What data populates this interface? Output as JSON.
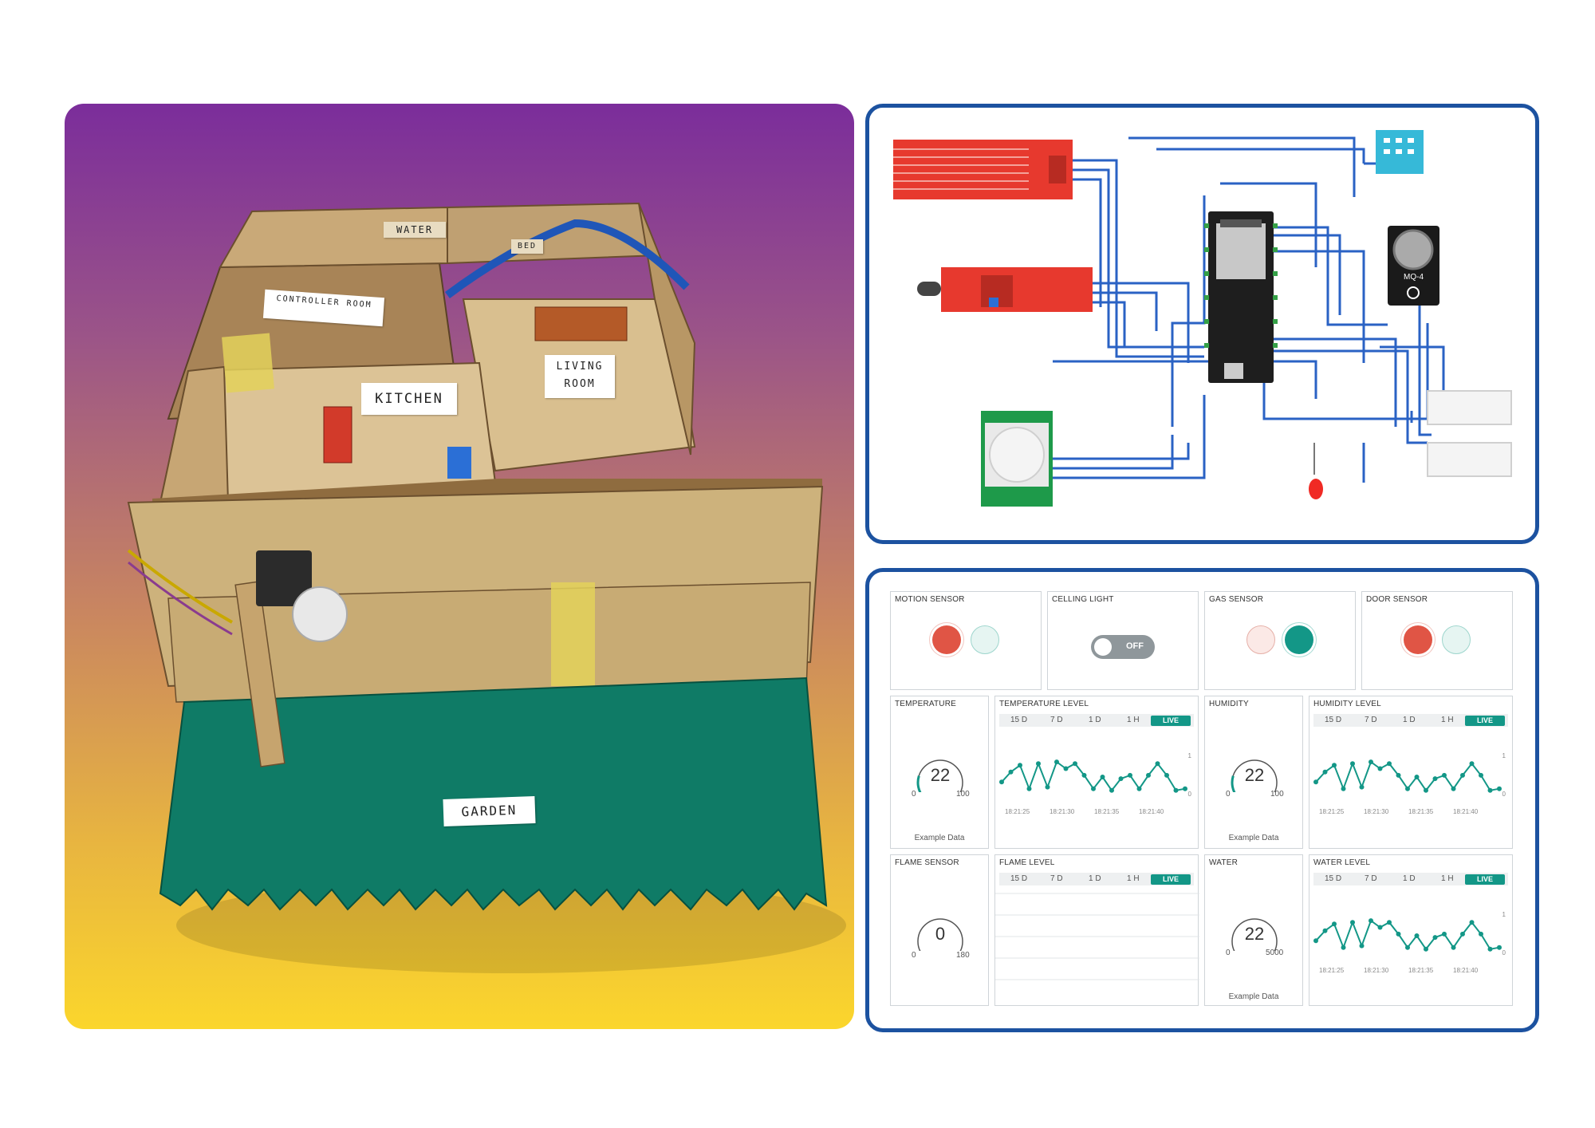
{
  "photo": {
    "labels": {
      "water": "WATER",
      "bedroom": "BED",
      "controller": "CONTROLLER ROOM",
      "kitchen": "KITCHEN",
      "living": "LIVING ROOM",
      "garden": "GARDEN"
    }
  },
  "circuit": {
    "mq_label": "MQ-4"
  },
  "dashboard": {
    "motion": {
      "title": "MOTION SENSOR"
    },
    "light": {
      "title": "CELLING LIGHT",
      "state": "OFF"
    },
    "gas": {
      "title": "GAS SENSOR"
    },
    "door": {
      "title": "DOOR SENSOR"
    },
    "temperature": {
      "title": "TEMPERATURE",
      "value": 22,
      "min": "0",
      "max": "100",
      "value_text": "22",
      "note": "Example Data"
    },
    "temperature_level": {
      "title": "TEMPERATURE LEVEL"
    },
    "humidity": {
      "title": "HUMIDITY",
      "value": 22,
      "min": "0",
      "max": "100",
      "value_text": "22",
      "note": "Example Data"
    },
    "humidity_level": {
      "title": "HUMIDITY LEVEL"
    },
    "flame": {
      "title": "FLAME SENSOR",
      "value": 0,
      "min": "0",
      "max": "180",
      "value_text": "0"
    },
    "flame_level": {
      "title": "FLAME LEVEL"
    },
    "water": {
      "title": "WATER",
      "value": 22,
      "min": "0",
      "max": "5000",
      "value_text": "22",
      "note": "Example Data"
    },
    "water_level": {
      "title": "WATER LEVEL"
    },
    "tabs": [
      "15 D",
      "7 D",
      "1 D",
      "1 H"
    ],
    "live_label": "LIVE",
    "axis": {
      "y_top": "1",
      "y_bottom": "0",
      "times": [
        "18:21:25",
        "18:21:30",
        "18:21:35",
        "18:21:40"
      ]
    },
    "series_values": [
      0.35,
      0.65,
      0.85,
      0.15,
      0.9,
      0.2,
      0.95,
      0.75,
      0.9,
      0.55,
      0.15,
      0.5,
      0.1,
      0.45,
      0.55,
      0.15,
      0.55,
      0.9,
      0.55,
      0.1,
      0.15
    ],
    "colors": {
      "accent": "#139787",
      "alert": "#e05545",
      "frame": "#1c52a0"
    }
  }
}
